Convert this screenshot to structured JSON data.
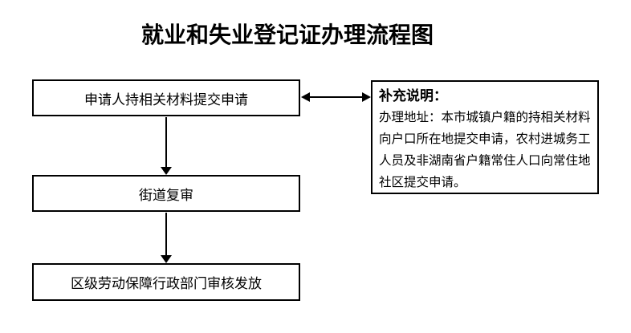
{
  "page": {
    "title": "就业和失业登记证办理流程图"
  },
  "flowchart": {
    "steps": [
      {
        "id": "step-1",
        "label": "申请人持相关材料提交申请"
      },
      {
        "id": "step-2",
        "label": "街道复审"
      },
      {
        "id": "step-3",
        "label": "区级劳动保障行政部门审核发放"
      }
    ],
    "note": {
      "heading": "补充说明：",
      "body": "办理地址：本市城镇户籍的持相关材料向户口所在地提交申请，农村进城务工人员及非湖南省户籍常住人口向常住地社区提交申请。"
    },
    "connectors": [
      {
        "from": "step-1",
        "to": "step-2",
        "type": "arrow-down"
      },
      {
        "from": "step-2",
        "to": "step-3",
        "type": "arrow-down"
      },
      {
        "from": "step-1",
        "to": "note",
        "type": "arrow-double-horizontal"
      }
    ]
  },
  "colors": {
    "line": "#000000",
    "text": "#000000",
    "background": "#ffffff"
  }
}
